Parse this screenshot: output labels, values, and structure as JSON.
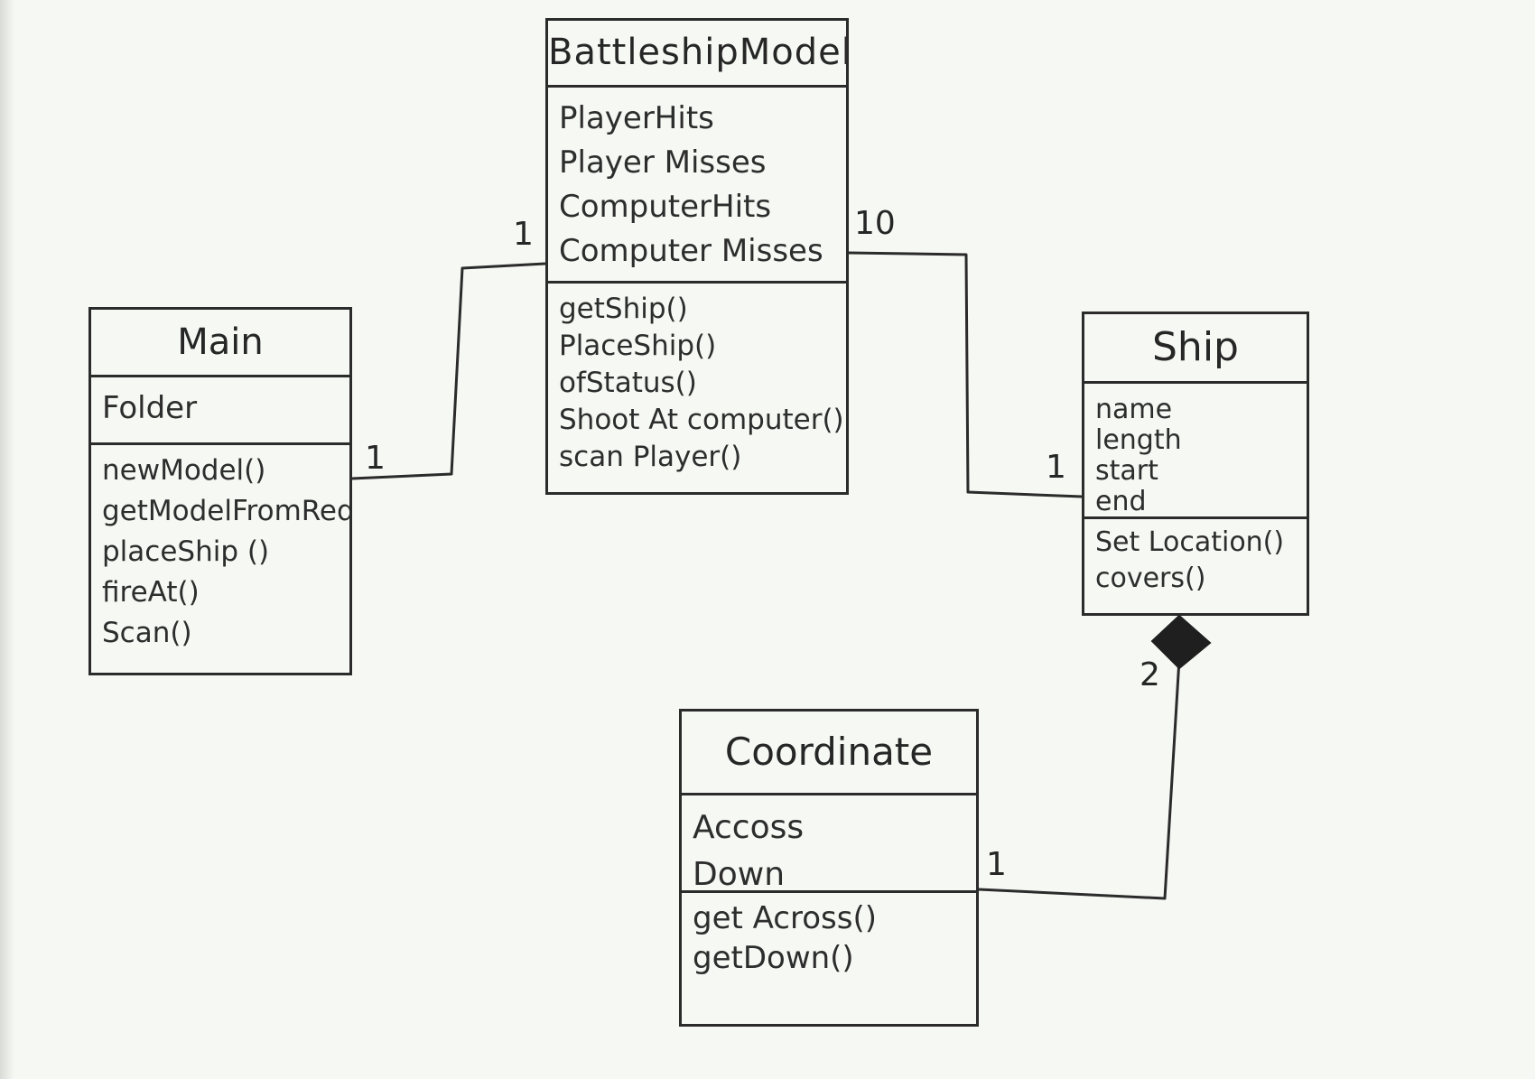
{
  "classes": {
    "battleship_model": {
      "name": "BattleshipModel",
      "attributes": [
        "PlayerHits",
        "Player Misses",
        "ComputerHits",
        "Computer Misses"
      ],
      "operations": [
        "getShip()",
        "PlaceShip()",
        "ofStatus()",
        "Shoot At computer()",
        "scan Player()"
      ]
    },
    "main": {
      "name": "Main",
      "attributes": [
        "Folder"
      ],
      "operations": [
        "newModel()",
        "getModelFromReq()",
        "placeShip ()",
        "fireAt()",
        "Scan()"
      ]
    },
    "ship": {
      "name": "Ship",
      "attributes": [
        "name",
        "length",
        "start",
        "end"
      ],
      "operations": [
        "Set Location()",
        "covers()"
      ]
    },
    "coordinate": {
      "name": "Coordinate",
      "attributes": [
        "Accoss",
        "Down"
      ],
      "operations": [
        "get Across()",
        "getDown()"
      ]
    }
  },
  "multiplicities": {
    "main_to_model_main_end": "1",
    "main_to_model_model_end": "1",
    "model_to_ship_model_end": "10",
    "model_to_ship_ship_end": "1",
    "ship_to_coord_ship_end": "2",
    "ship_to_coord_coord_end": "1"
  },
  "colors": {
    "paper": "#f6f8f3",
    "ink": "#2b2b2b"
  }
}
